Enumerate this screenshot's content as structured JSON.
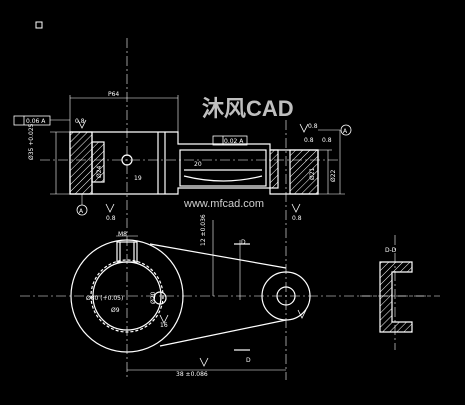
{
  "drawing": {
    "section_label": "D-D",
    "cut_labels": [
      "D",
      "D"
    ],
    "datum_labels": [
      "A",
      "A"
    ],
    "dims": {
      "top_length": "P64",
      "flatness": "0.06 A",
      "left_height": "Ø35 +0.025",
      "bore_depth": "Ø24",
      "mid_height": "19",
      "parallel": "0.02 A",
      "slot_width": "20",
      "right_height": "Ø21",
      "right_height2": "Ø22",
      "step": "0.8",
      "keyway_width": "M8",
      "bore_dia": "Ø80 (+0.05)",
      "pin_dia": "Ø9",
      "small_dim": "16",
      "arm_dim": "Ø20",
      "r_dim": "R",
      "vert_dim": "12 ±0.036",
      "bottom_dim": "38 ±0.086",
      "r_small": "R"
    },
    "roughness": [
      "0.8",
      "0.8",
      "0.8",
      "0.8",
      "0.8",
      "0.8"
    ]
  },
  "watermark": {
    "brand": "沐风CAD",
    "url": "www.mfcad.com"
  },
  "colors": {
    "line": "#ffffff",
    "hatch": "#ffffff",
    "background": "#000000"
  }
}
